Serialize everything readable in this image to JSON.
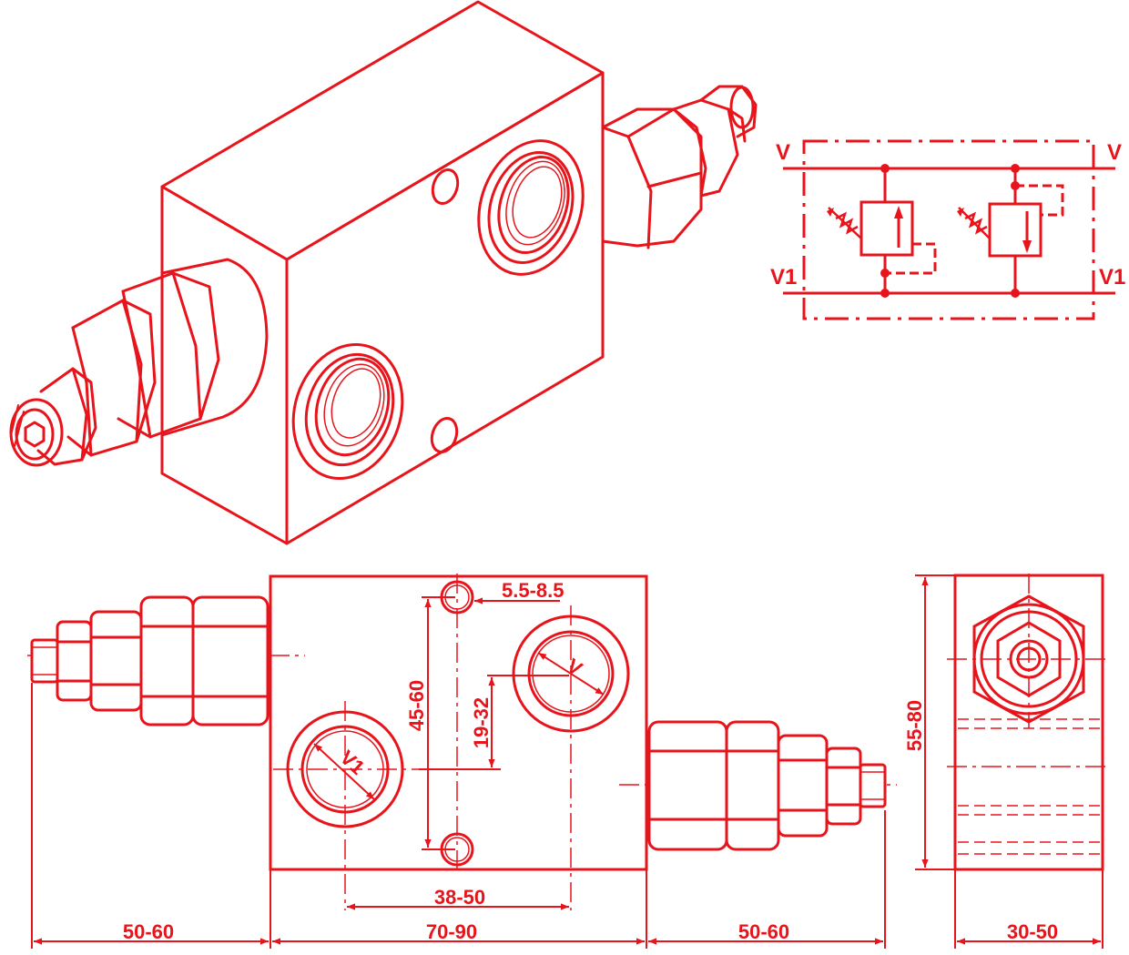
{
  "colors": {
    "line": "#e8141b",
    "background": "#ffffff"
  },
  "schematic": {
    "port_v_left": "V",
    "port_v_right": "V",
    "port_v1_left": "V1",
    "port_v1_right": "V1"
  },
  "front_view": {
    "port_v_label": "V",
    "port_v1_label": "V1",
    "dim_hole_dia": "5.5-8.5",
    "dim_hole_spacing": "45-60",
    "dim_port_offset": "19-32",
    "dim_port_spacing": "38-50",
    "dim_left_length": "50-60",
    "dim_body_length": "70-90",
    "dim_right_length": "50-60"
  },
  "side_view": {
    "dim_height": "55-80",
    "dim_width": "30-50"
  }
}
